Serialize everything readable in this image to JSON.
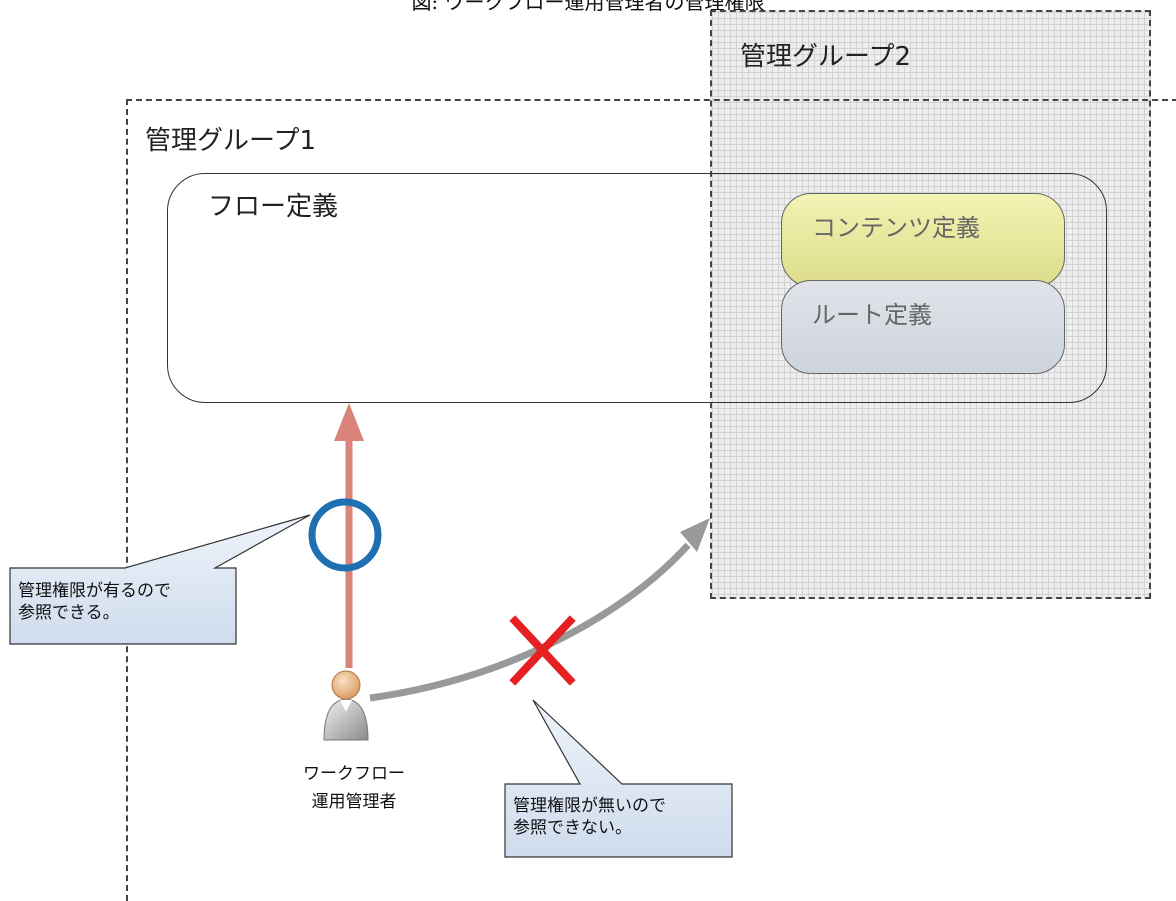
{
  "caption": "図: ワークフロー運用管理者の管理権限",
  "groups": {
    "group1": "管理グループ1",
    "group2": "管理グループ2"
  },
  "flow_definition": "フロー定義",
  "content_definition": "コンテンツ定義",
  "route_definition": "ルート定義",
  "actor": {
    "line1": "ワークフロー",
    "line2": "運用管理者"
  },
  "callouts": {
    "allowed": {
      "line1": "管理権限が有るので",
      "line2": "参照できる。"
    },
    "denied": {
      "line1": "管理権限が無いので",
      "line2": "参照できない。"
    }
  },
  "marks": {
    "allowed": "circle",
    "denied": "cross"
  },
  "colors": {
    "allowed_arrow": "#d9837b",
    "denied_arrow": "#999999",
    "circle": "#1f6fb3",
    "cross": "#e62020",
    "callout_fill": "#dde6f2"
  }
}
